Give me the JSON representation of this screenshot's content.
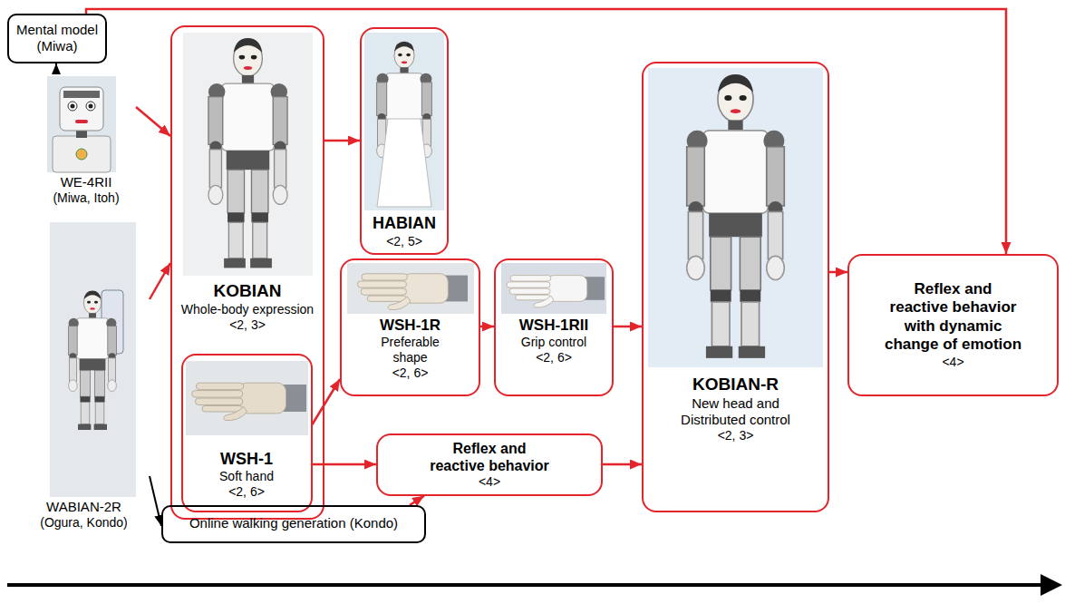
{
  "diagram": {
    "nodes": [
      {
        "text": [
          "Mental model",
          "(Miwa)"
        ]
      },
      {
        "text": [
          "WE-4RII",
          "(Miwa, Itoh)"
        ]
      },
      {
        "text": [
          "WABIAN-2R",
          "(Ogura, Kondo)"
        ]
      },
      {
        "text": [
          "KOBIAN",
          "Whole-body expression",
          "<2, 3>"
        ]
      },
      {
        "text": [
          "WSH-1",
          "Soft hand",
          "<2, 6>"
        ],
        "in": 3
      },
      {
        "text": [
          "HABIAN",
          "<2, 5>"
        ]
      },
      {
        "text": [
          "WSH-1R",
          "Preferable shape",
          "<2, 6>"
        ]
      },
      {
        "text": [
          "WSH-1RII",
          "Grip control",
          "<2, 6>"
        ]
      },
      {
        "text": [
          "Reflex and reactive behavior",
          "<4>"
        ]
      },
      {
        "text": [
          "Online walking generation (Kondo)"
        ]
      },
      {
        "text": [
          "KOBIAN-R",
          "New head and Distributed control",
          "<2, 3>"
        ]
      },
      {
        "text": [
          "Reflex and reactive behavior with dynamic change of emotion",
          "<4>"
        ]
      }
    ],
    "edges": [
      {
        "from": 0,
        "to": 11,
        "arrow": "to"
      },
      {
        "from": 1,
        "to": 0,
        "arrow": "to"
      },
      {
        "from": 1,
        "to": 3,
        "arrow": "to"
      },
      {
        "from": 2,
        "to": 3,
        "arrow": "to"
      },
      {
        "from": 2,
        "to": 9,
        "arrow": "to"
      },
      {
        "from": 3,
        "to": 5,
        "arrow": "to"
      },
      {
        "from": 4,
        "to": 6,
        "arrow": "to"
      },
      {
        "from": 4,
        "to": 8,
        "arrow": "to"
      },
      {
        "from": 6,
        "to": 7,
        "arrow": "to"
      },
      {
        "from": 7,
        "to": 10,
        "arrow": "to"
      },
      {
        "from": 8,
        "to": 10,
        "arrow": "to"
      },
      {
        "from": 9,
        "to": 8,
        "arrow": "to"
      },
      {
        "from": 10,
        "to": 11,
        "arrow": "to"
      }
    ]
  }
}
